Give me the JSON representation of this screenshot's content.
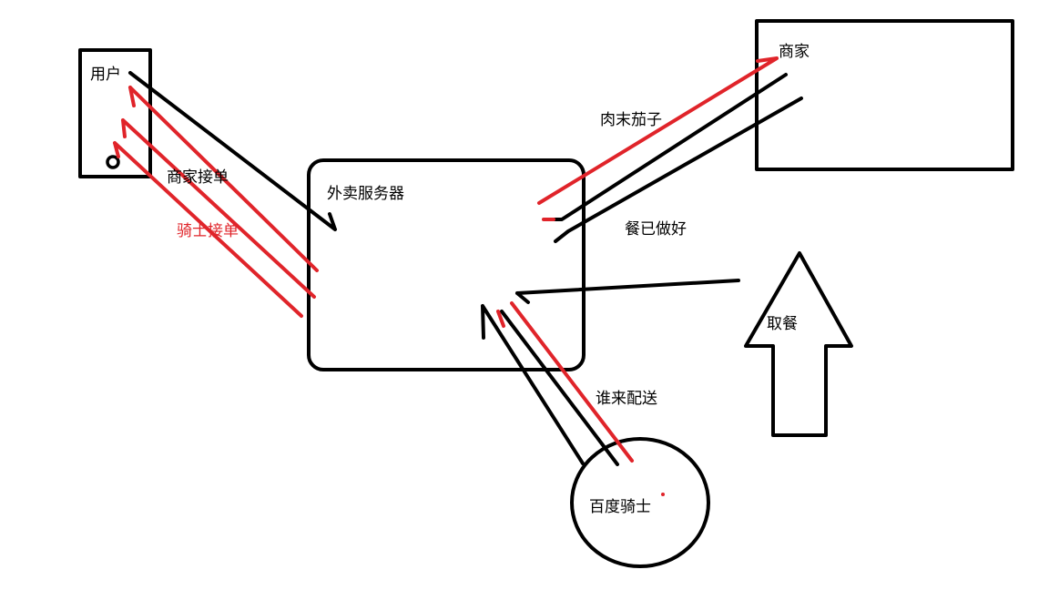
{
  "nodes": {
    "user": "用户",
    "merchant": "商家",
    "server": "外卖服务器",
    "rider": "百度骑士"
  },
  "edges": {
    "merchant_accepts": "商家接单",
    "rider_accepts": "骑士接单",
    "order_item": "肉末茄子",
    "meal_ready": "餐已做好",
    "pickup": "取餐",
    "who_delivers": "谁来配送"
  },
  "colors": {
    "ink": "#000000",
    "red": "#e0242a"
  }
}
